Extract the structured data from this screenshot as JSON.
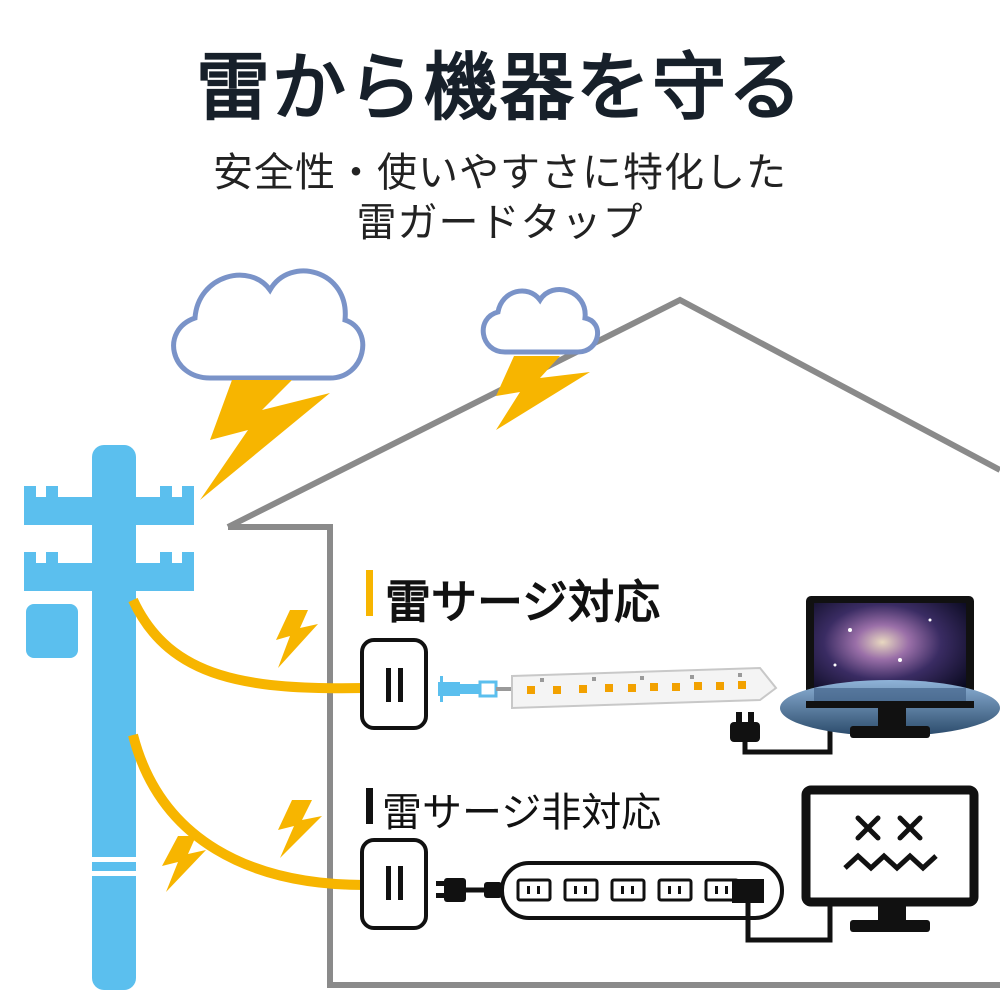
{
  "header": {
    "title": "雷から機器を守る",
    "subtitle_line1": "安全性・使いやすさに特化した",
    "subtitle_line2": "雷ガードタップ"
  },
  "labels": {
    "surge_supported": "雷サージ対応",
    "surge_not_supported": "雷サージ非対応"
  },
  "colors": {
    "pole": "#5bbfee",
    "lightning": "#f7b500",
    "cloud_outline": "#7a93c8",
    "house_outline": "#8a8a8a",
    "dark": "#111111"
  },
  "icons": {
    "cloud": "cloud-icon",
    "lightning": "lightning-bolt-icon",
    "pole": "utility-pole-icon",
    "outlet": "wall-outlet-icon",
    "tv": "tv-monitor-icon",
    "broken_tv": "broken-tv-icon"
  }
}
